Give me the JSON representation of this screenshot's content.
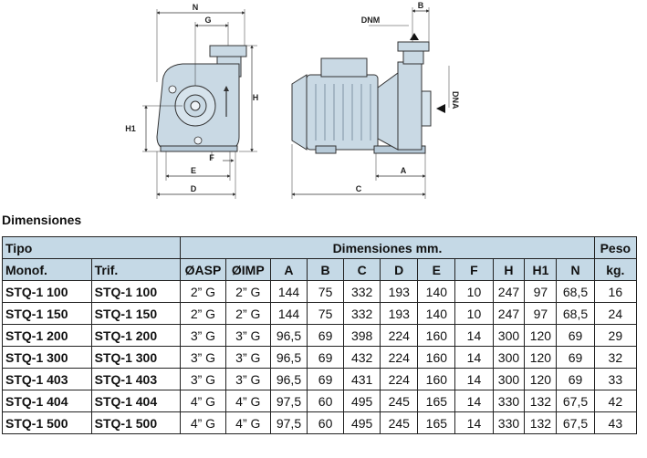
{
  "drawing_labels": {
    "left": {
      "N": "N",
      "G": "G",
      "H": "H",
      "H1": "H1",
      "F": "F",
      "E": "E",
      "D": "D"
    },
    "right": {
      "DNM": "DNM",
      "B": "B",
      "DNA": "DNA",
      "A": "A",
      "C": "C"
    }
  },
  "section_title": "Dimensiones",
  "table": {
    "header_row1": {
      "tipo": "Tipo",
      "dimensiones": "Dimensiones mm.",
      "peso": "Peso"
    },
    "header_row2": [
      "Monof.",
      "Trif.",
      "ØASP",
      "ØIMP",
      "A",
      "B",
      "C",
      "D",
      "E",
      "F",
      "H",
      "H1",
      "N",
      "kg."
    ],
    "rows": [
      [
        "STQ-1 100",
        "STQ-1 100",
        "2” G",
        "2” G",
        "144",
        "75",
        "332",
        "193",
        "140",
        "10",
        "247",
        "97",
        "68,5",
        "16"
      ],
      [
        "STQ-1 150",
        "STQ-1 150",
        "2” G",
        "2” G",
        "144",
        "75",
        "332",
        "193",
        "140",
        "10",
        "247",
        "97",
        "68,5",
        "24"
      ],
      [
        "STQ-1 200",
        "STQ-1 200",
        "3” G",
        "3” G",
        "96,5",
        "69",
        "398",
        "224",
        "160",
        "14",
        "300",
        "120",
        "69",
        "29"
      ],
      [
        "STQ-1 300",
        "STQ-1 300",
        "3” G",
        "3” G",
        "96,5",
        "69",
        "432",
        "224",
        "160",
        "14",
        "300",
        "120",
        "69",
        "32"
      ],
      [
        "STQ-1 403",
        "STQ-1 403",
        "3” G",
        "3” G",
        "96,5",
        "69",
        "431",
        "224",
        "160",
        "14",
        "300",
        "120",
        "69",
        "33"
      ],
      [
        "STQ-1 404",
        "STQ-1 404",
        "4” G",
        "4” G",
        "97,5",
        "60",
        "495",
        "245",
        "165",
        "14",
        "330",
        "132",
        "67,5",
        "42"
      ],
      [
        "STQ-1 500",
        "STQ-1 500",
        "4” G",
        "4” G",
        "97,5",
        "60",
        "495",
        "245",
        "165",
        "14",
        "330",
        "132",
        "67,5",
        "43"
      ]
    ]
  },
  "colors": {
    "pump_fill": "#c9d9e4",
    "header_fill": "#c5d9e6",
    "line": "#333333"
  }
}
